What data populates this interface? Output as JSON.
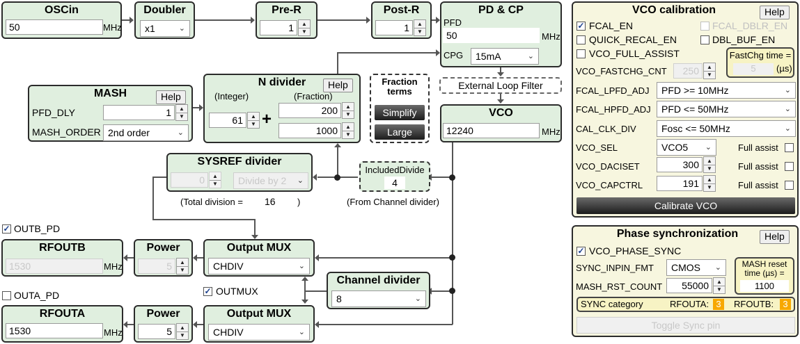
{
  "oscin": {
    "title": "OSCin",
    "value": "50",
    "unit": "MHz"
  },
  "doubler": {
    "title": "Doubler",
    "value": "x1"
  },
  "pre_r": {
    "title": "Pre-R",
    "value": "1"
  },
  "post_r": {
    "title": "Post-R",
    "value": "1"
  },
  "pdcp": {
    "title": "PD & CP",
    "pfd_label": "PFD",
    "pfd_value": "50",
    "unit": "MHz",
    "cpg_label": "CPG",
    "cpg_value": "15mA"
  },
  "loop_filter": {
    "label": "External Loop Filter"
  },
  "vco": {
    "title": "VCO",
    "value": "12240",
    "unit": "MHz"
  },
  "mash": {
    "title": "MASH",
    "help": "Help",
    "pfd_dly_label": "PFD_DLY",
    "pfd_dly_value": "1",
    "order_label": "MASH_ORDER",
    "order_value": "2nd order"
  },
  "ndiv": {
    "title": "N divider",
    "help": "Help",
    "integer_label": "(Integer)",
    "fraction_label": "(Fraction)",
    "integer_value": "61",
    "plus": "+",
    "num_value": "200",
    "den_value": "1000"
  },
  "fraction_terms": {
    "title_line1": "Fraction",
    "title_line2": "terms",
    "simplify": "Simplify",
    "large": "Large"
  },
  "sysref": {
    "title": "SYSREF divider",
    "value": "0",
    "select": "Divide by 2",
    "total_prefix": "(Total division =",
    "total_value": "16",
    "total_suffix": ")"
  },
  "included_divide": {
    "label": "IncludedDivide",
    "value": "4",
    "note": "(From Channel divider)"
  },
  "outb": {
    "pd_label": "OUTB_PD",
    "pd_checked": true,
    "title": "RFOUTB",
    "value": "1530",
    "unit": "MHz",
    "power_title": "Power",
    "power_value": "5",
    "mux_title": "Output MUX",
    "mux_value": "CHDIV"
  },
  "outa": {
    "pd_label": "OUTA_PD",
    "pd_checked": false,
    "title": "RFOUTA",
    "value": "1530",
    "unit": "MHz",
    "power_title": "Power",
    "power_value": "5",
    "mux_title": "Output MUX",
    "mux_value": "CHDIV"
  },
  "outmux": {
    "label": "OUTMUX",
    "checked": true
  },
  "chdiv": {
    "title": "Channel divider",
    "value": "8"
  },
  "vco_cal": {
    "title": "VCO calibration",
    "help": "Help",
    "fcal_en": "FCAL_EN",
    "fcal_dblr_en": "FCAL_DBLR_EN",
    "quick_recal_en": "QUICK_RECAL_EN",
    "dbl_buf_en": "DBL_BUF_EN",
    "vco_full_assist": "VCO_FULL_ASSIST",
    "fastchg_title": "FastChg time =",
    "fastchg_value": "5",
    "fastchg_unit": "(µs)",
    "fastchg_cnt_label": "VCO_FASTCHG_CNT",
    "fastchg_cnt_value": "250",
    "lpfd_label": "FCAL_LPFD_ADJ",
    "lpfd_value": "PFD >= 10MHz",
    "hpfd_label": "FCAL_HPFD_ADJ",
    "hpfd_value": "PFD <= 50MHz",
    "clkdiv_label": "CAL_CLK_DIV",
    "clkdiv_value": "Fosc <= 50MHz",
    "vcosel_label": "VCO_SEL",
    "vcosel_value": "VCO5",
    "daciset_label": "VCO_DACISET",
    "daciset_value": "300",
    "capctrl_label": "VCO_CAPCTRL",
    "capctrl_value": "191",
    "full_assist": "Full assist",
    "calibrate_btn": "Calibrate VCO"
  },
  "phase_sync": {
    "title": "Phase synchronization",
    "help": "Help",
    "vco_phase_sync": "VCO_PHASE_SYNC",
    "fmt_label": "SYNC_INPIN_FMT",
    "fmt_value": "CMOS",
    "mash_rst_label": "MASH_RST_COUNT",
    "mash_rst_value": "55000",
    "mash_reset_title": "MASH reset time (µs) =",
    "mash_reset_value": "1100",
    "sync_category": "SYNC category",
    "rfouta_label": "RFOUTA:",
    "rfouta_value": "3",
    "rfoutb_label": "RFOUTB:",
    "rfoutb_value": "3",
    "toggle_btn": "Toggle Sync pin"
  },
  "colors": {
    "block_bg": "#e0efdf",
    "panel_bg": "#f7f6df",
    "badge": "#f7a800"
  }
}
